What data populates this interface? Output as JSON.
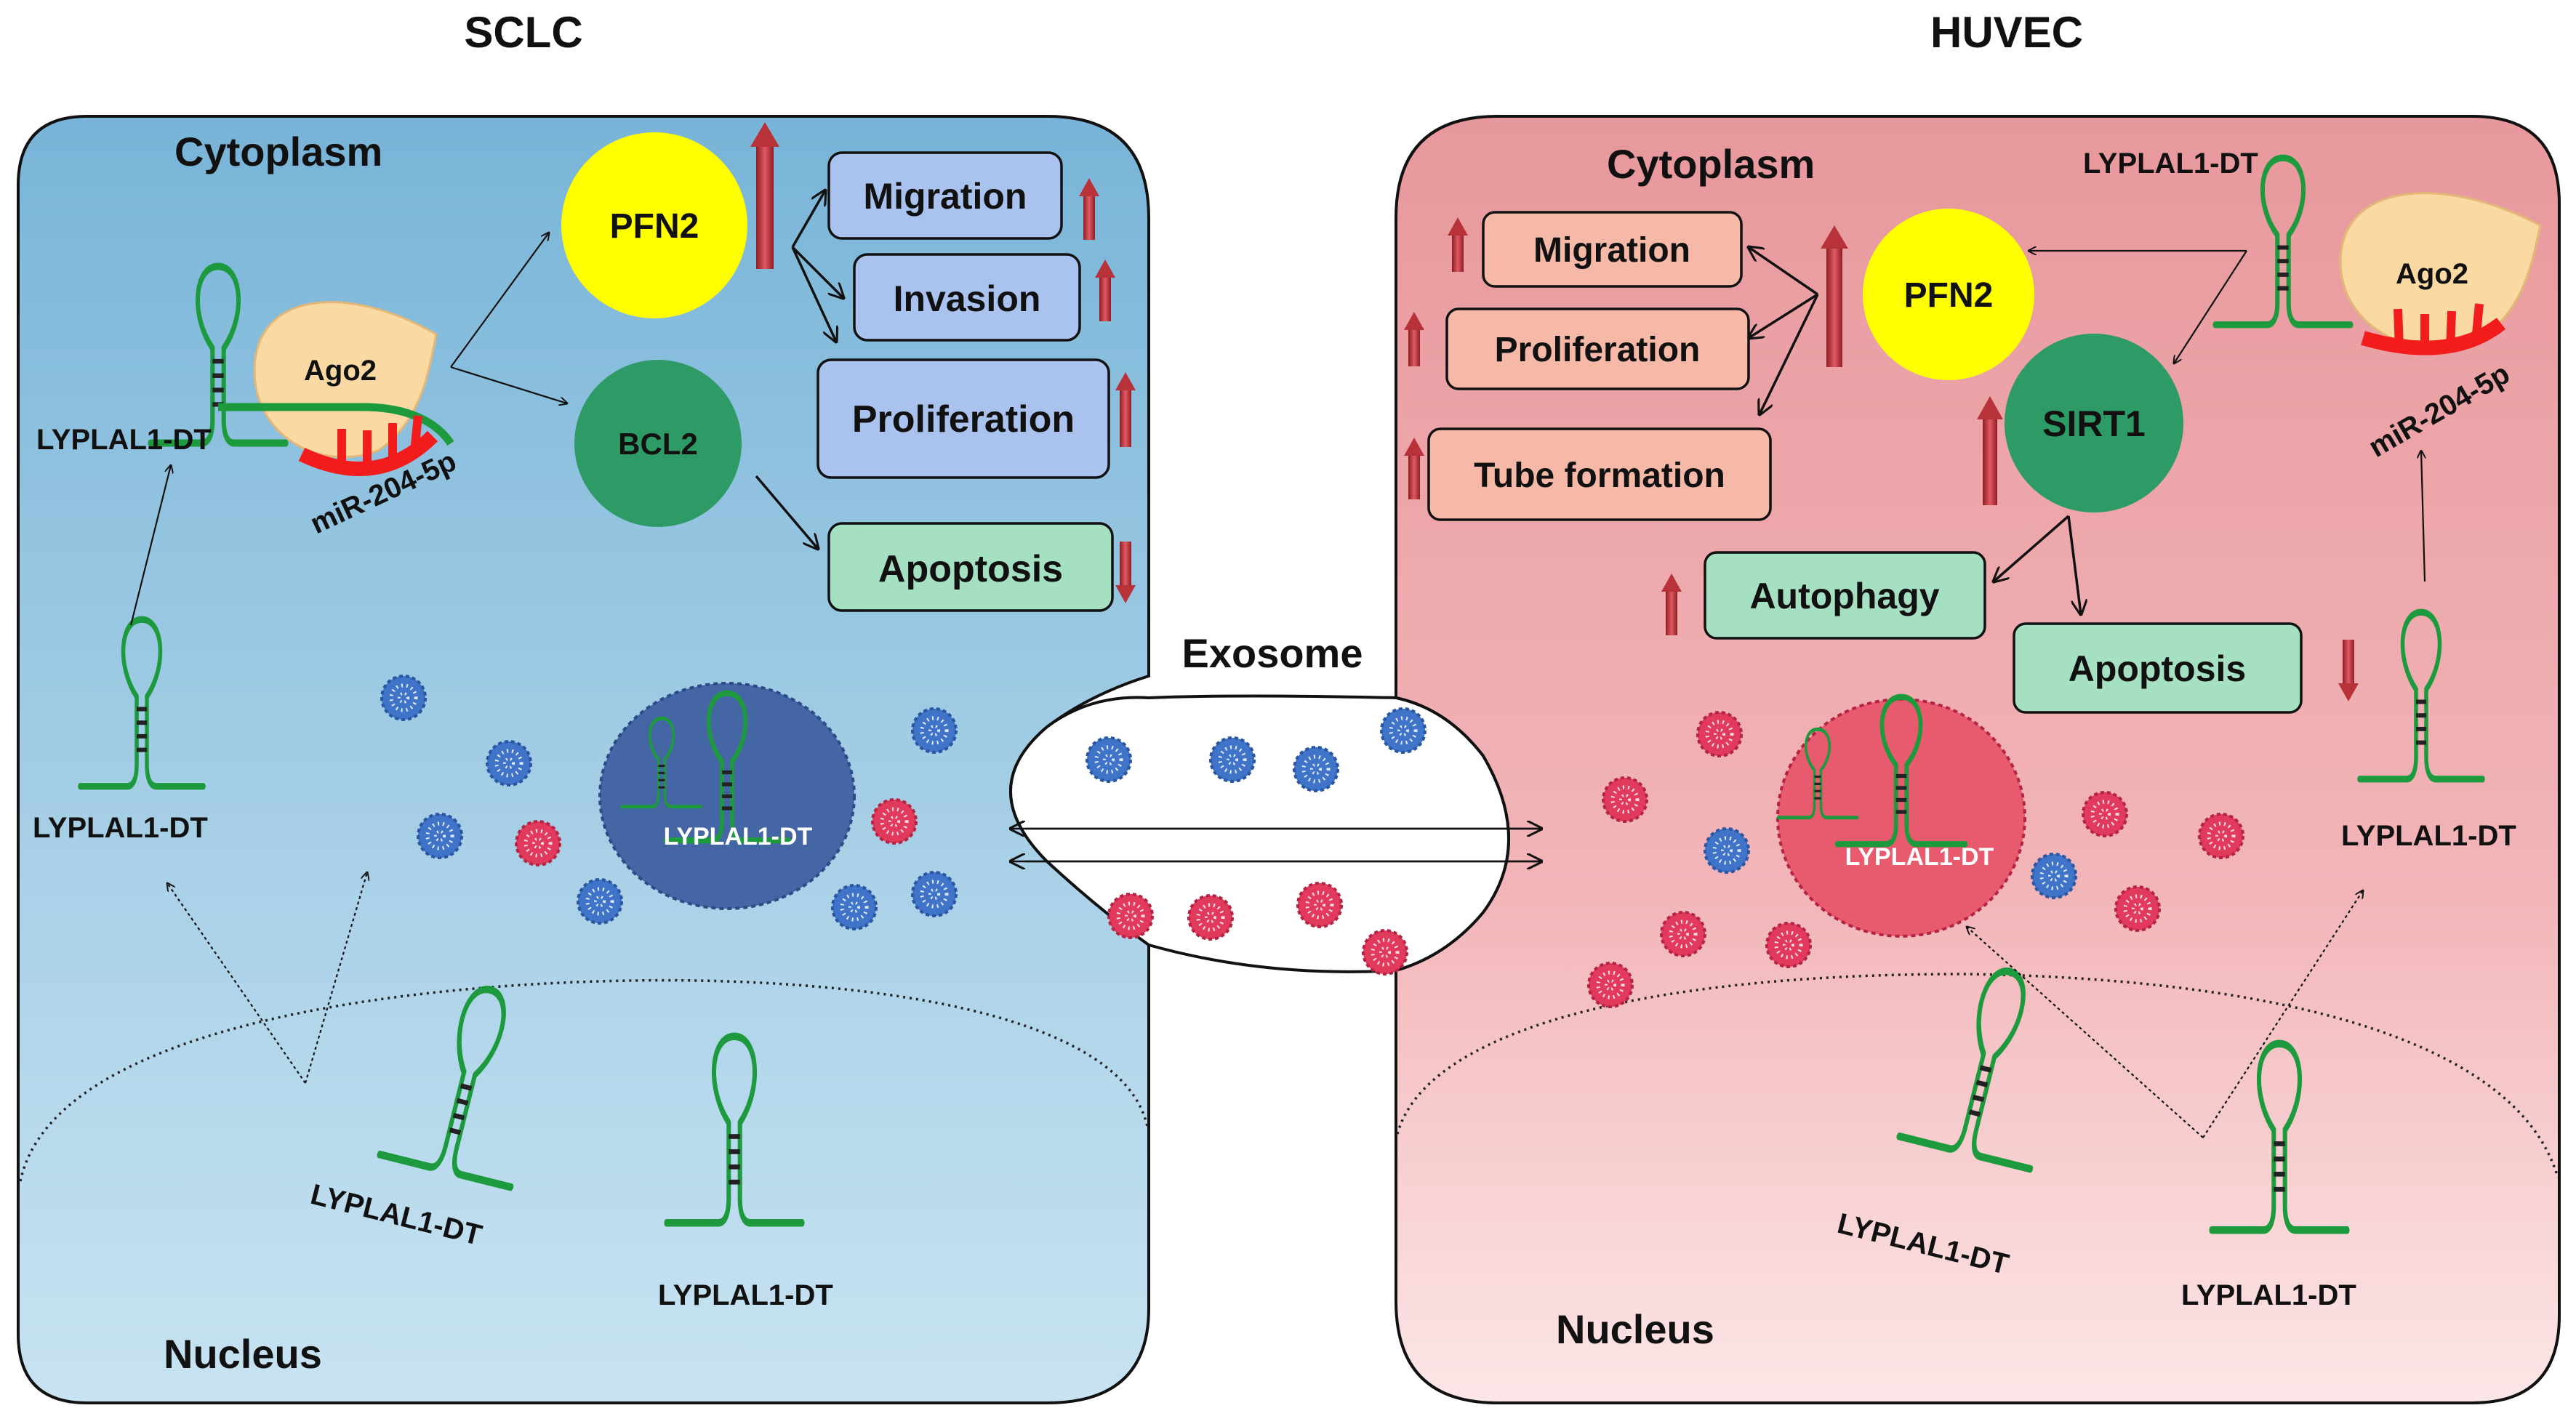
{
  "headings": {
    "left": "SCLC",
    "right": "HUVEC",
    "center": "Exosome"
  },
  "sclc": {
    "cytoplasm": "Cytoplasm",
    "nucleus": "Nucleus",
    "rna_label": "LYPLAL1-DT",
    "ago2": "Ago2",
    "mirna": "miR-204-5p",
    "pfn2": "PFN2",
    "bcl2": "BCL2",
    "migration": "Migration",
    "invasion": "Invasion",
    "proliferation": "Proliferation",
    "apoptosis": "Apoptosis",
    "exosome_label": "LYPLAL1-DT"
  },
  "huvec": {
    "cytoplasm": "Cytoplasm",
    "nucleus": "Nucleus",
    "rna_label": "LYPLAL1-DT",
    "ago2": "Ago2",
    "mirna": "miR-204-5p",
    "pfn2": "PFN2",
    "sirt1": "SIRT1",
    "migration": "Migration",
    "proliferation": "Proliferation",
    "tube_formation": "Tube formation",
    "autophagy": "Autophagy",
    "apoptosis": "Apoptosis",
    "exosome_label": "LYPLAL1-DT"
  },
  "colors": {
    "sclc_cell_top": "#7ab6d9",
    "sclc_cell_bottom": "#c8e2f1",
    "huvec_cell_top": "#e99a9e",
    "huvec_cell_bottom": "#fbe4e5",
    "blue_vesicle": "#3f74c9",
    "red_vesicle": "#e23a5c",
    "rna_green": "#1e9a3e",
    "pfn2_yellow": "#ffff00",
    "node_green": "#2e9a66",
    "ago2_fill": "#fbd9a3",
    "mirna_red": "#f31c1c",
    "up_arrow": "#b8323a"
  }
}
